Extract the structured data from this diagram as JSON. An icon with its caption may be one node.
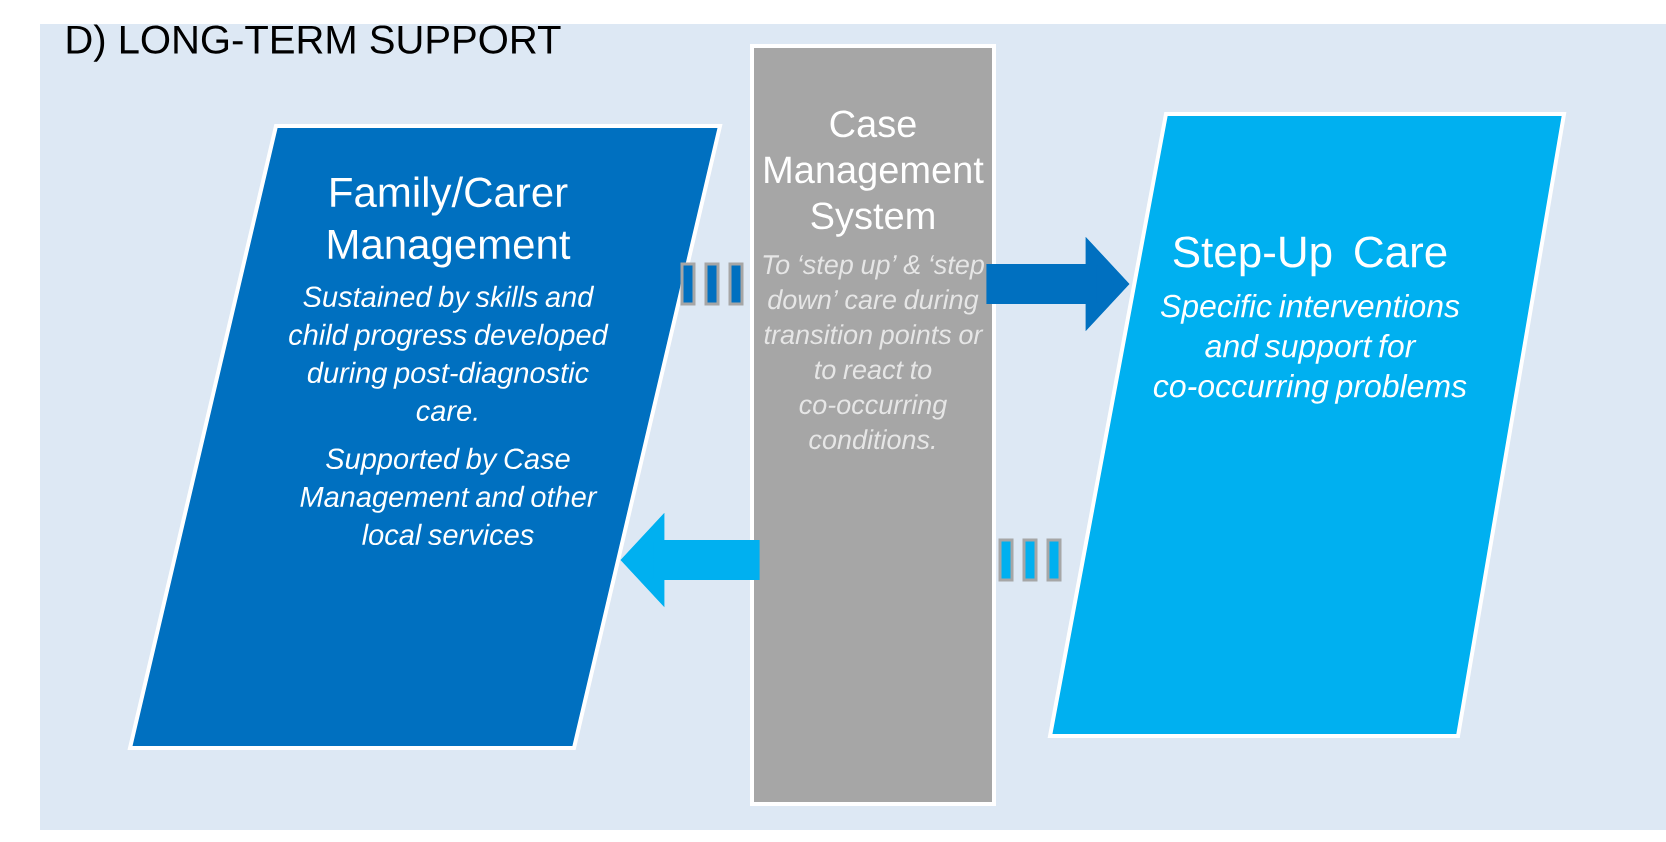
{
  "diagram": {
    "title": "D) LONG-TERM SUPPORT",
    "nodes": [
      {
        "text": [
          "Family/Carer Management",
          "Sustained by skills and child progress developed during post-diagnostic care.",
          "Supported by Case Management and other local services"
        ]
      },
      {
        "text": [
          "Case Management System",
          "To ‘step up’ & ‘step down’ care during transition points or to react to co-occurring conditions."
        ]
      },
      {
        "text": [
          "Step-Up Care",
          "Specific interventions and support for co-occurring problems"
        ]
      }
    ],
    "edges": [
      {
        "from": 1,
        "to": 2,
        "arrow": "to",
        "color": "#0070c0"
      },
      {
        "from": 1,
        "to": 0,
        "arrow": "to",
        "color": "#00b0f0"
      }
    ]
  }
}
